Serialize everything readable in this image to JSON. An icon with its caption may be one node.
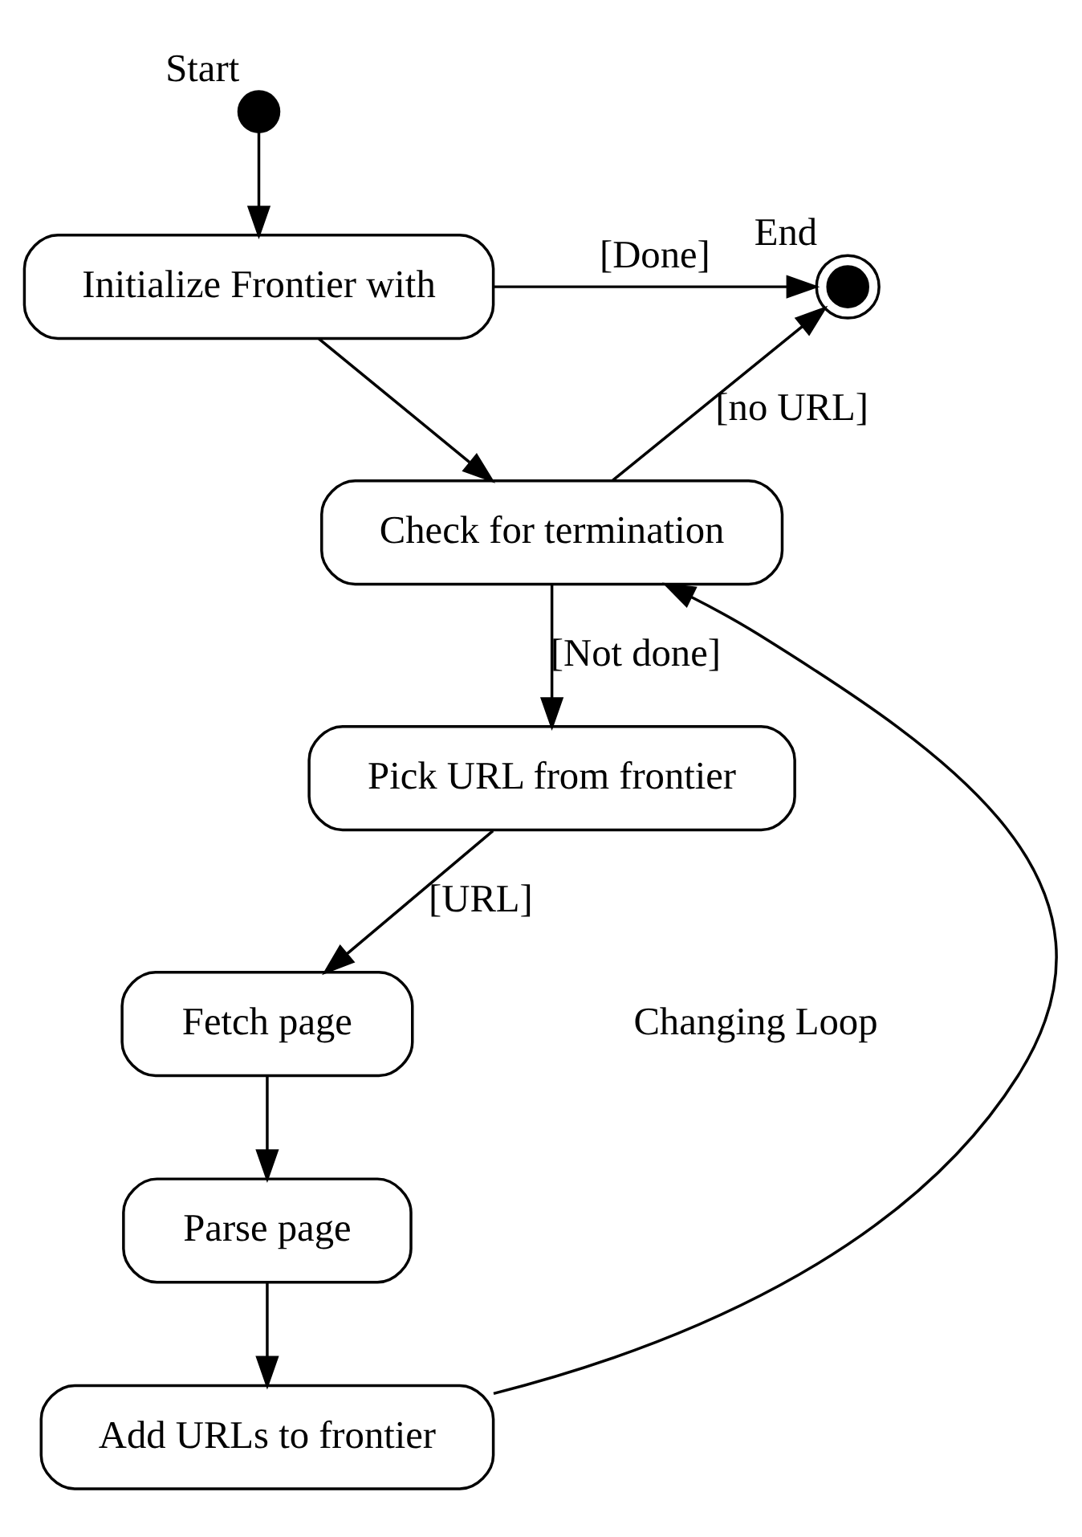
{
  "diagram": {
    "nodes": [
      {
        "text": [],
        "shape": "circle",
        "beside": [
          "Start"
        ]
      },
      {
        "text": [
          "Initialize Frontier with"
        ]
      },
      {
        "text": [],
        "shape": "circle",
        "beside": [
          "End"
        ]
      },
      {
        "text": [
          "Check for termination"
        ]
      },
      {
        "text": [
          "Pick URL from frontier"
        ]
      },
      {
        "text": [
          "Fetch page"
        ]
      },
      {
        "text": [
          "Parse page"
        ]
      },
      {
        "text": [
          "Add URLs to frontier"
        ]
      }
    ],
    "edges": [
      {
        "from": 0,
        "to": 1,
        "arrow": "to"
      },
      {
        "from": 1,
        "to": 2,
        "arrow": "to",
        "label": "[Done]"
      },
      {
        "from": 1,
        "to": 3,
        "arrow": "to"
      },
      {
        "from": 3,
        "to": 2,
        "arrow": "to",
        "label": "[no URL]"
      },
      {
        "from": 3,
        "to": 4,
        "arrow": "to",
        "label": "[Not done]"
      },
      {
        "from": 4,
        "to": 5,
        "arrow": "to",
        "label": "[URL]"
      },
      {
        "from": 5,
        "to": 6,
        "arrow": "to"
      },
      {
        "from": 6,
        "to": 7,
        "arrow": "to"
      },
      {
        "from": 7,
        "to": 3,
        "arrow": "to"
      }
    ],
    "labels": [
      "Changing Loop"
    ]
  }
}
